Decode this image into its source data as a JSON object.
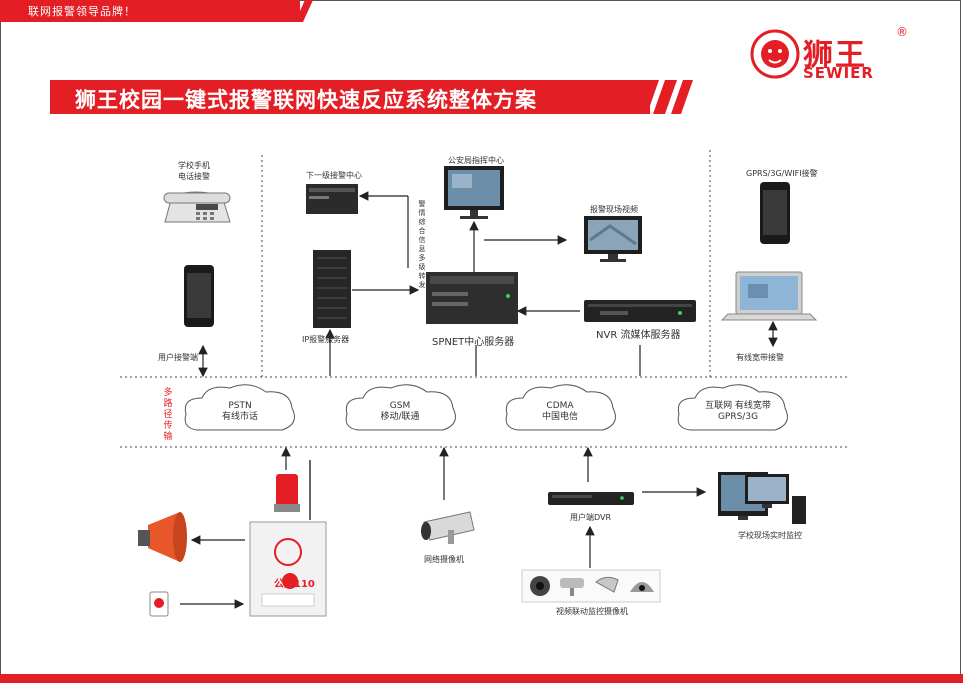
{
  "header": {
    "tagline": "联网报警领导品牌！"
  },
  "brand": {
    "name_cn": "狮王",
    "name_en": "SEWIER",
    "registered": "®"
  },
  "title": "狮王校园一键式报警联网快速反应系统整体方案",
  "nodes": {
    "phone_call": [
      "学校手机",
      "电话接警"
    ],
    "user_receiver": "用户接警端",
    "lower_center": "下一级接警中心",
    "ip_server": "IP报警服务器",
    "police_command": "公安局指挥中心",
    "alarm_scene_video": "报警现场视频",
    "spnet_server": "SPNET中心服务器",
    "nvr_server": "NVR 流媒体服务器",
    "forward_note": "警情综合信息多级转发",
    "mobile_access": "GPRS/3G/WIFI接警",
    "wired_access": "有线宽带接警",
    "network_camera": "网络摄像机",
    "user_dvr": "用户端DVR",
    "school_monitor": "学校现场实时监控",
    "linked_cameras": "视频联动监控摄像机",
    "panel_label": "公安110"
  },
  "paths": {
    "label": "多路径传输",
    "clouds": [
      {
        "line1": "PSTN",
        "line2": "有线市话"
      },
      {
        "line1": "GSM",
        "line2": "移动/联通"
      },
      {
        "line1": "CDMA",
        "line2": "中国电信"
      },
      {
        "line1": "互联网 有线宽带",
        "line2": "GPRS/3G"
      }
    ]
  },
  "colors": {
    "accent": "#e31e24",
    "device": "#2b2b2b",
    "screen": "#8fb5d6"
  }
}
